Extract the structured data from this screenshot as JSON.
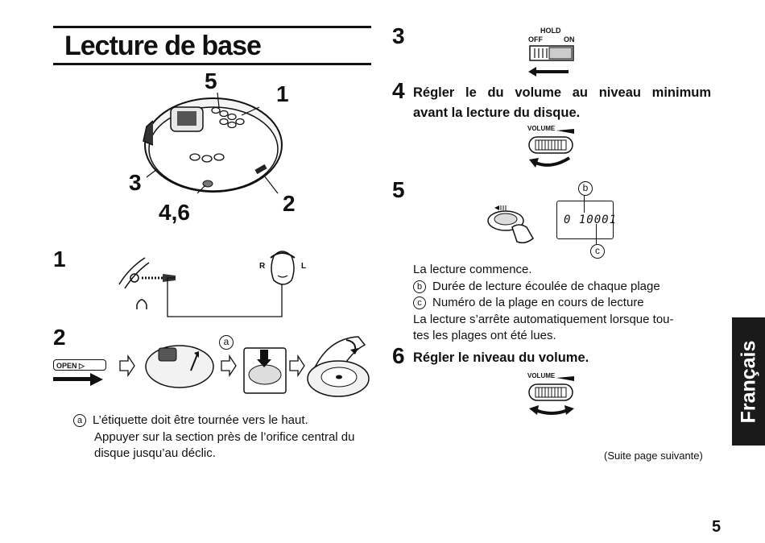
{
  "left": {
    "title": "Lecture de base",
    "device_callouts": {
      "c5": "5",
      "c1": "1",
      "c3": "3",
      "c46": "4,6",
      "c2": "2"
    },
    "step1_num": "1",
    "step1_labels": {
      "r": "R",
      "l": "L"
    },
    "step2_num": "2",
    "step2_open_label": "OPEN ▷",
    "step2_callout": "a",
    "note_marker": "a",
    "note_lines": [
      "L’étiquette doit être tournée vers le haut.",
      "Appuyer sur la section près de l’orifice central du",
      "disque jusqu’au déclic."
    ]
  },
  "right": {
    "step3_num": "3",
    "hold": {
      "label": "HOLD",
      "off": "OFF",
      "on": "ON"
    },
    "step4_num": "4",
    "step4_lines": [
      "Régler le du volume au niveau minimum",
      "avant la lecture du disque."
    ],
    "volume_label": "VOLUME",
    "step5_num": "5",
    "display_text": "0 10001",
    "display_callout_top": "b",
    "display_callout_bottom": "c",
    "step5_text": {
      "line1": "La lecture commence.",
      "b_marker": "b",
      "b_text": "Durée de lecture écoulée de chaque plage",
      "c_marker": "c",
      "c_text": "Numéro de la plage en cours de lecture",
      "line4": "La lecture s’arrête automatiquement lorsque tou-",
      "line5": "tes les plages ont été lues."
    },
    "step6_num": "6",
    "step6_heading": "Régler le niveau du volume.",
    "volume_label2": "VOLUME",
    "continue": "(Suite page suivante)"
  },
  "side_tab": "Français",
  "page_number": "5"
}
